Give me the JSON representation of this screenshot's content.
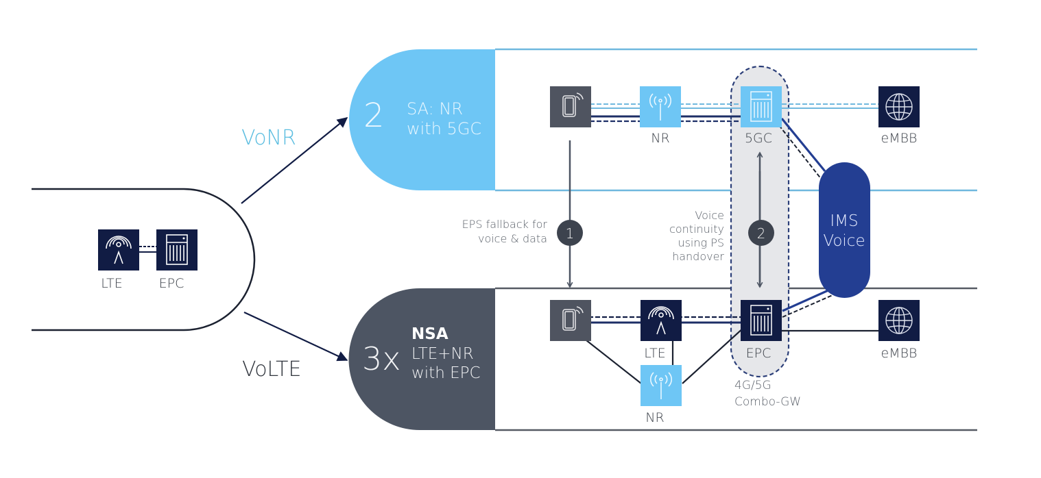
{
  "colors": {
    "sa_blue": "#6ec6f5",
    "sa_line": "#6fb8de",
    "nsa_gray": "#4d5563",
    "navy": "#111c44",
    "ims_blue": "#233e92",
    "dark_text": "#3a3f47",
    "mid_text": "#5b616a",
    "combo_fill": "#e6e7ea",
    "combo_border": "#2b3e78",
    "device_gray": "#4f5460"
  },
  "legacy": {
    "nodes": [
      {
        "id": "lte",
        "label": "LTE",
        "icon": "antenna-icon"
      },
      {
        "id": "epc",
        "label": "EPC",
        "icon": "server-icon"
      }
    ]
  },
  "paths": {
    "vonr_label": "VoNR",
    "volte_label": "VoLTE"
  },
  "sa": {
    "option_number": "2",
    "title_line1": "SA: NR",
    "title_line2": "with 5GC",
    "nodes": [
      {
        "id": "ue",
        "label": "",
        "icon": "smartphone-icon"
      },
      {
        "id": "nr",
        "label": "NR",
        "icon": "radio-icon"
      },
      {
        "id": "5gc",
        "label": "5GC",
        "icon": "server-icon"
      },
      {
        "id": "embb",
        "label": "eMBB",
        "icon": "globe-icon"
      }
    ]
  },
  "nsa": {
    "option_number": "3x",
    "title_line1": "NSA",
    "title_line2": "LTE+NR",
    "title_line3": "with EPC",
    "nodes": [
      {
        "id": "ue",
        "label": "",
        "icon": "smartphone-icon"
      },
      {
        "id": "lte",
        "label": "LTE",
        "icon": "antenna-icon"
      },
      {
        "id": "nr",
        "label": "NR",
        "icon": "radio-icon"
      },
      {
        "id": "epc",
        "label": "EPC",
        "icon": "server-icon"
      },
      {
        "id": "embb",
        "label": "eMBB",
        "icon": "globe-icon"
      }
    ]
  },
  "transitions": [
    {
      "number": "1",
      "lines": [
        "EPS fallback for",
        "voice & data"
      ]
    },
    {
      "number": "2",
      "lines": [
        "Voice",
        "continuity",
        "using PS",
        "handover"
      ]
    }
  ],
  "ims": {
    "line1": "IMS",
    "line2": "Voice"
  },
  "combo_gw": {
    "line1": "4G/5G",
    "line2": "Combo-GW"
  }
}
